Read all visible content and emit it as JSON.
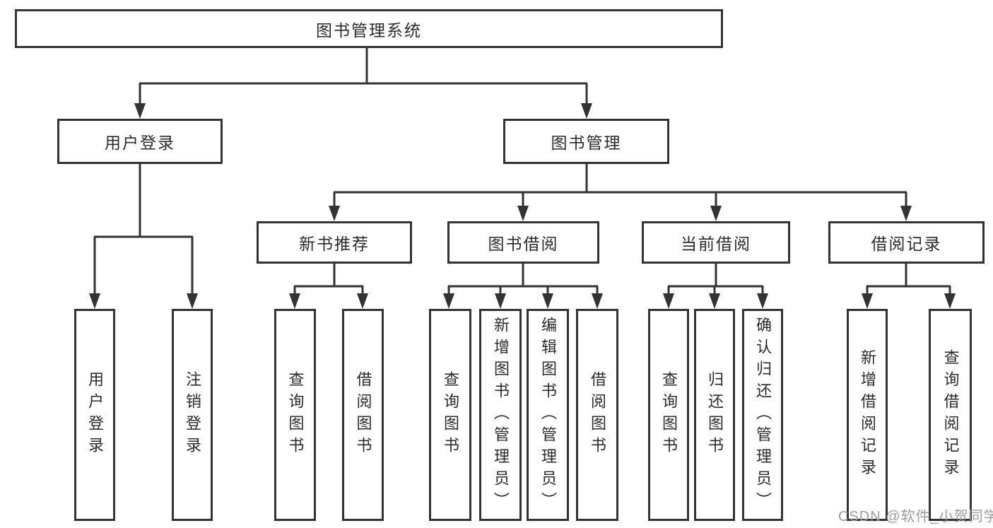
{
  "diagram_title": "图书管理系统",
  "colors": {
    "line": "#333333",
    "text": "#2b2b2b",
    "background": "#ffffff",
    "watermark": "#9d9d9d"
  },
  "watermark": {
    "text": "CSDN @软件_小贺同学"
  },
  "nodes": {
    "root": {
      "label": "图书管理系统"
    },
    "user_login": {
      "label": "用户登录"
    },
    "book_management": {
      "label": "图书管理"
    },
    "new_book_recommend": {
      "label": "新书推荐"
    },
    "book_borrow": {
      "label": "图书借阅"
    },
    "current_borrow": {
      "label": "当前借阅"
    },
    "borrow_records": {
      "label": "借阅记录"
    },
    "leaf_user_login": {
      "label": "用户登录"
    },
    "leaf_logout": {
      "label": "注销登录"
    },
    "leaf_recommend_query_books": {
      "label": "查询图书"
    },
    "leaf_recommend_borrow_books": {
      "label": "借阅图书"
    },
    "leaf_borrow_query_books": {
      "label": "查询图书"
    },
    "leaf_borrow_add_books": {
      "label": "新增图书（管理员）"
    },
    "leaf_borrow_edit_books": {
      "label": "编辑图书（管理员）"
    },
    "leaf_borrow_borrow_books": {
      "label": "借阅图书"
    },
    "leaf_current_query_books": {
      "label": "查询图书"
    },
    "leaf_current_return_books": {
      "label": "归还图书"
    },
    "leaf_current_confirm_return": {
      "label": "确认归还（管理员）"
    },
    "leaf_records_add_record": {
      "label": "新增借阅记录"
    },
    "leaf_records_query_record": {
      "label": "查询借阅记录"
    }
  },
  "hierarchy": {
    "图书管理系统": [
      "用户登录",
      "图书管理"
    ],
    "用户登录": [
      "用户登录",
      "注销登录"
    ],
    "图书管理": [
      "新书推荐",
      "图书借阅",
      "当前借阅",
      "借阅记录"
    ],
    "新书推荐": [
      "查询图书",
      "借阅图书"
    ],
    "图书借阅": [
      "查询图书",
      "新增图书（管理员）",
      "编辑图书（管理员）",
      "借阅图书"
    ],
    "当前借阅": [
      "查询图书",
      "归还图书",
      "确认归还（管理员）"
    ],
    "借阅记录": [
      "新增借阅记录",
      "查询借阅记录"
    ]
  }
}
